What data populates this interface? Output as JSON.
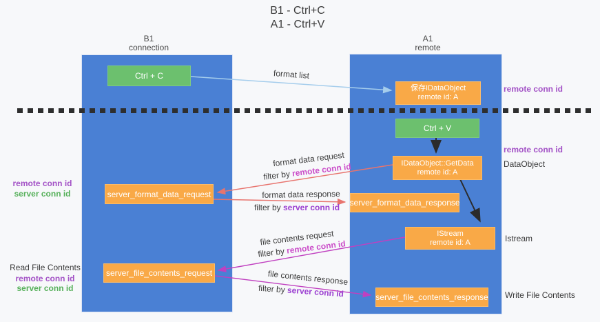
{
  "title": {
    "line1": "B1 - Ctrl+C",
    "line2": "A1 - Ctrl+V"
  },
  "columns": {
    "left": {
      "name": "B1",
      "role": "connection"
    },
    "right": {
      "name": "A1",
      "role": "remote"
    }
  },
  "nodes": {
    "ctrl_c": {
      "label": "Ctrl + C"
    },
    "ctrl_v": {
      "label": "Ctrl + V"
    },
    "save_idataobject": {
      "line1": "保存IDataObject",
      "line2": "remote id: A"
    },
    "getdata": {
      "line1": "IDataObject::GetData",
      "line2": "remote id: A"
    },
    "istream": {
      "line1": "IStream",
      "line2": "remote id: A"
    },
    "server_format_data_request": {
      "label": "server_format_data_request"
    },
    "server_format_data_response": {
      "label": "server_format_data_response"
    },
    "server_file_contents_request": {
      "label": "server_file_contents_request"
    },
    "server_file_contents_response": {
      "label": "server_file_contents_response"
    }
  },
  "side_labels": {
    "right_top_remote_conn_id": "remote conn id",
    "right_mid_remote_conn_id": "remote conn id",
    "dataobject": "DataObject",
    "istream": "Istream",
    "write_file_contents": "Write File Contents",
    "left_remote_conn_id": "remote conn id",
    "left_server_conn_id": "server conn id",
    "read_file_contents": "Read File Contents",
    "left_bottom_remote_conn_id": "remote conn id",
    "left_bottom_server_conn_id": "server conn id"
  },
  "edge_labels": {
    "format_list": "format list",
    "format_data_request": "format data request",
    "format_data_response": "format data response",
    "file_contents_request": "file contents request",
    "file_contents_response": "file contents response",
    "filter_by": "filter by ",
    "remote_conn_id": "remote conn id",
    "server_conn_id": "server conn id"
  },
  "colors": {
    "column_blue": "#4a80d4",
    "node_orange": "#f9a947",
    "node_green": "#6cc06e",
    "arrow_light_blue": "#a5cdec",
    "arrow_black": "#2b2b2b",
    "arrow_salmon": "#e8746e",
    "arrow_magenta": "#c040c0",
    "label_purple": "#a352c6",
    "label_green": "#56b05a",
    "filter_pink": "#cb4ec9",
    "filter_purple": "#9b3fd1"
  }
}
